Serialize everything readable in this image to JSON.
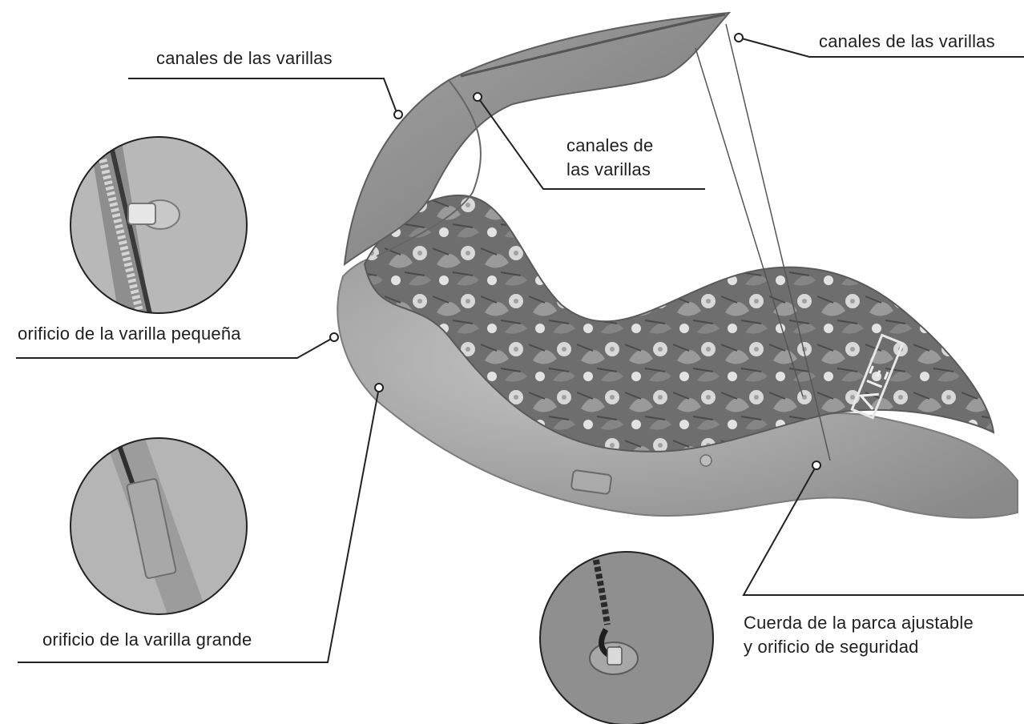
{
  "callouts": {
    "rod_channels_top_left": "canales de las varillas",
    "rod_channels_top_right": "canales de las varillas",
    "rod_channels_middle": "canales de\nlas varillas",
    "small_rod_hole": "orificio de la varilla pequeña",
    "large_rod_hole": "orificio de la varilla grande",
    "canopy_cord_and_safety_hole": "Cuerda de la parca ajustable\ny orificio de seguridad"
  },
  "illustration": {
    "product": "inflatable lounger with canopy",
    "print_pattern": "tropical floral",
    "colors": {
      "body_gray": "#9b9b9b",
      "body_light": "#b9b9b9",
      "body_dark": "#6f6f6f",
      "canopy": "#8c8c8c",
      "line": "#222222"
    }
  }
}
